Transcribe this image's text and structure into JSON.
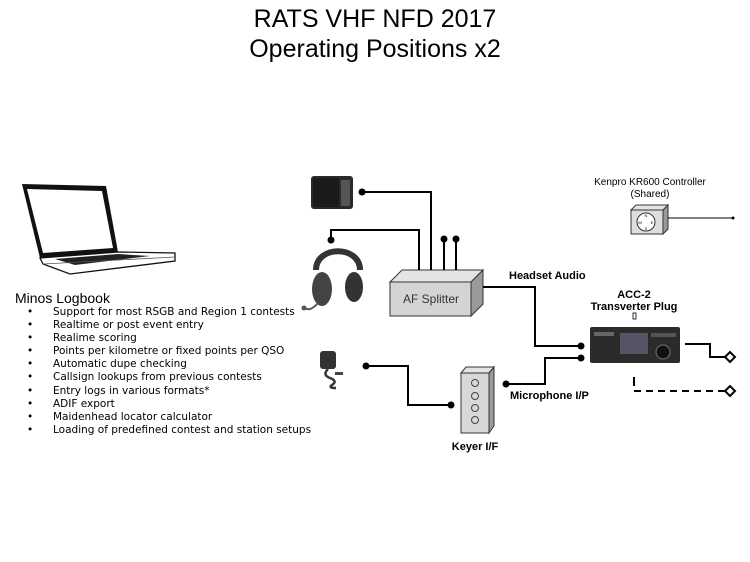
{
  "title": {
    "line1": "RATS VHF NFD 2017",
    "line2": "Operating Positions x2"
  },
  "minos": {
    "heading": "Minos Logbook",
    "features": [
      "Support for most RSGB and Region 1 contests",
      "Realtime or post event entry",
      "Realime scoring",
      "Points per kilometre or fixed points per QSO",
      "Automatic dupe checking",
      "Callsign lookups from previous contests",
      "Entry logs in various formats*",
      "ADIF export",
      "Maidenhead locator calculator",
      "Loading of predefined contest and station setups"
    ]
  },
  "labels": {
    "af_splitter": "AF Splitter",
    "headset_audio": "Headset Audio",
    "microphone_ip": "Microphone I/P",
    "keyer_if": "Keyer I/F",
    "acc2": "ACC-2",
    "transverter_plug": "Transverter Plug",
    "kenpro": "Kenpro KR600 Controller",
    "shared": "(Shared)"
  },
  "compass": {
    "n": "N",
    "e": "E",
    "s": "S",
    "w": "W"
  }
}
